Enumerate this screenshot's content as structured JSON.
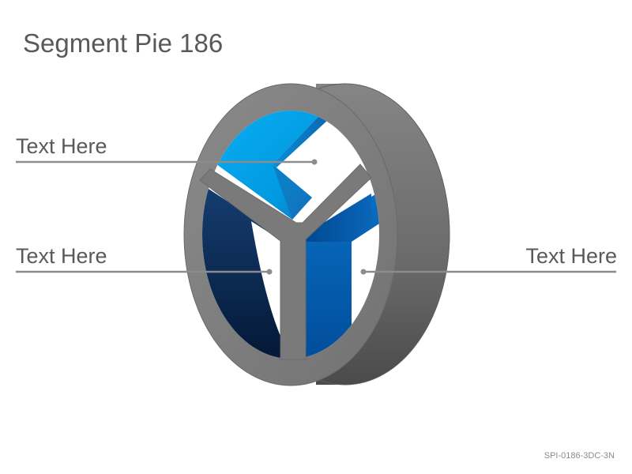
{
  "slide": {
    "title": "Segment Pie 186",
    "code": "SPI-0186-3DC-3N"
  },
  "segments": [
    {
      "id": "top-left",
      "label": "Text Here",
      "color": "#00A3EE",
      "shade": "#1B5E9E"
    },
    {
      "id": "left",
      "label": "Text Here",
      "color": "#0E2F5C",
      "shade": "#001A3A"
    },
    {
      "id": "right",
      "label": "Text Here",
      "color": "#0060B0",
      "shade": "#003E82"
    }
  ],
  "colors": {
    "ring_face": "#7F7F7F",
    "ring_side": "#5A5A5A",
    "leader_line": "#8C8C8C",
    "text": "#595959"
  }
}
